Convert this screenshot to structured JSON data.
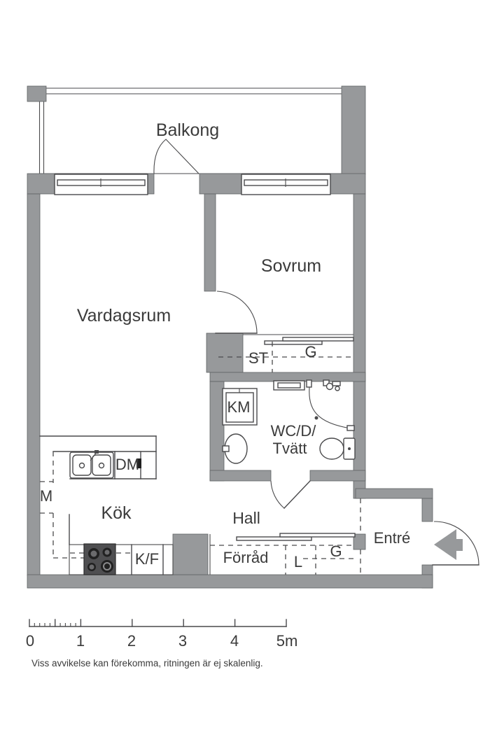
{
  "colors": {
    "wall": "#97999b",
    "wall-stroke": "#606264",
    "line": "#4a4a4c",
    "text": "#3b3b3b",
    "stove": "#4f4f51",
    "burner": "#212121",
    "burner-inner": "#6b6b6d"
  },
  "rooms": {
    "balkong": "Balkong",
    "sovrum": "Sovrum",
    "vardagsrum": "Vardagsrum",
    "kok": "Kök",
    "hall": "Hall",
    "entre": "Entré",
    "forrad": "Förråd",
    "wc_line1": "WC/D/",
    "wc_line2": "Tvätt"
  },
  "closets": {
    "st": "ST",
    "g_upper": "G",
    "l": "L",
    "g_lower": "G"
  },
  "appliances": {
    "km": "KM",
    "dm": "DM",
    "m": "M",
    "kf": "K/F"
  },
  "scale_bar": {
    "labels": [
      "0",
      "1",
      "2",
      "3",
      "4",
      "5m"
    ]
  },
  "disclaimer": "Viss avvikelse kan förekomma, ritningen är ej skalenlig."
}
